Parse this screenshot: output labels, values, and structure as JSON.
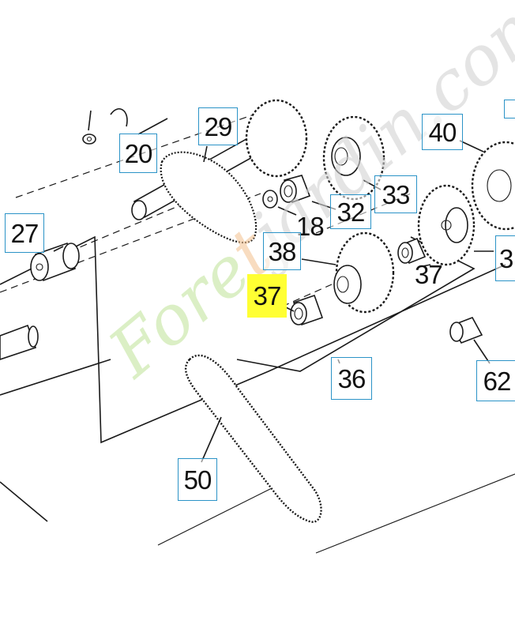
{
  "callouts": {
    "c20": "20",
    "c29": "29",
    "c40": "40",
    "c27": "27",
    "c32": "32",
    "c33": "33",
    "c18": "18",
    "c38": "38",
    "c37a": "37",
    "c37b": "37",
    "c3x": "3",
    "c36": "36",
    "c62": "62",
    "c50": "50"
  },
  "watermark": {
    "part1": "Fore",
    "part2": "t",
    "part3": "jardin.com"
  },
  "colors": {
    "callout_border": "#2b93c7",
    "highlight": "#ffff33",
    "watermark_green": "#bee196",
    "watermark_orange": "#f4c496"
  }
}
